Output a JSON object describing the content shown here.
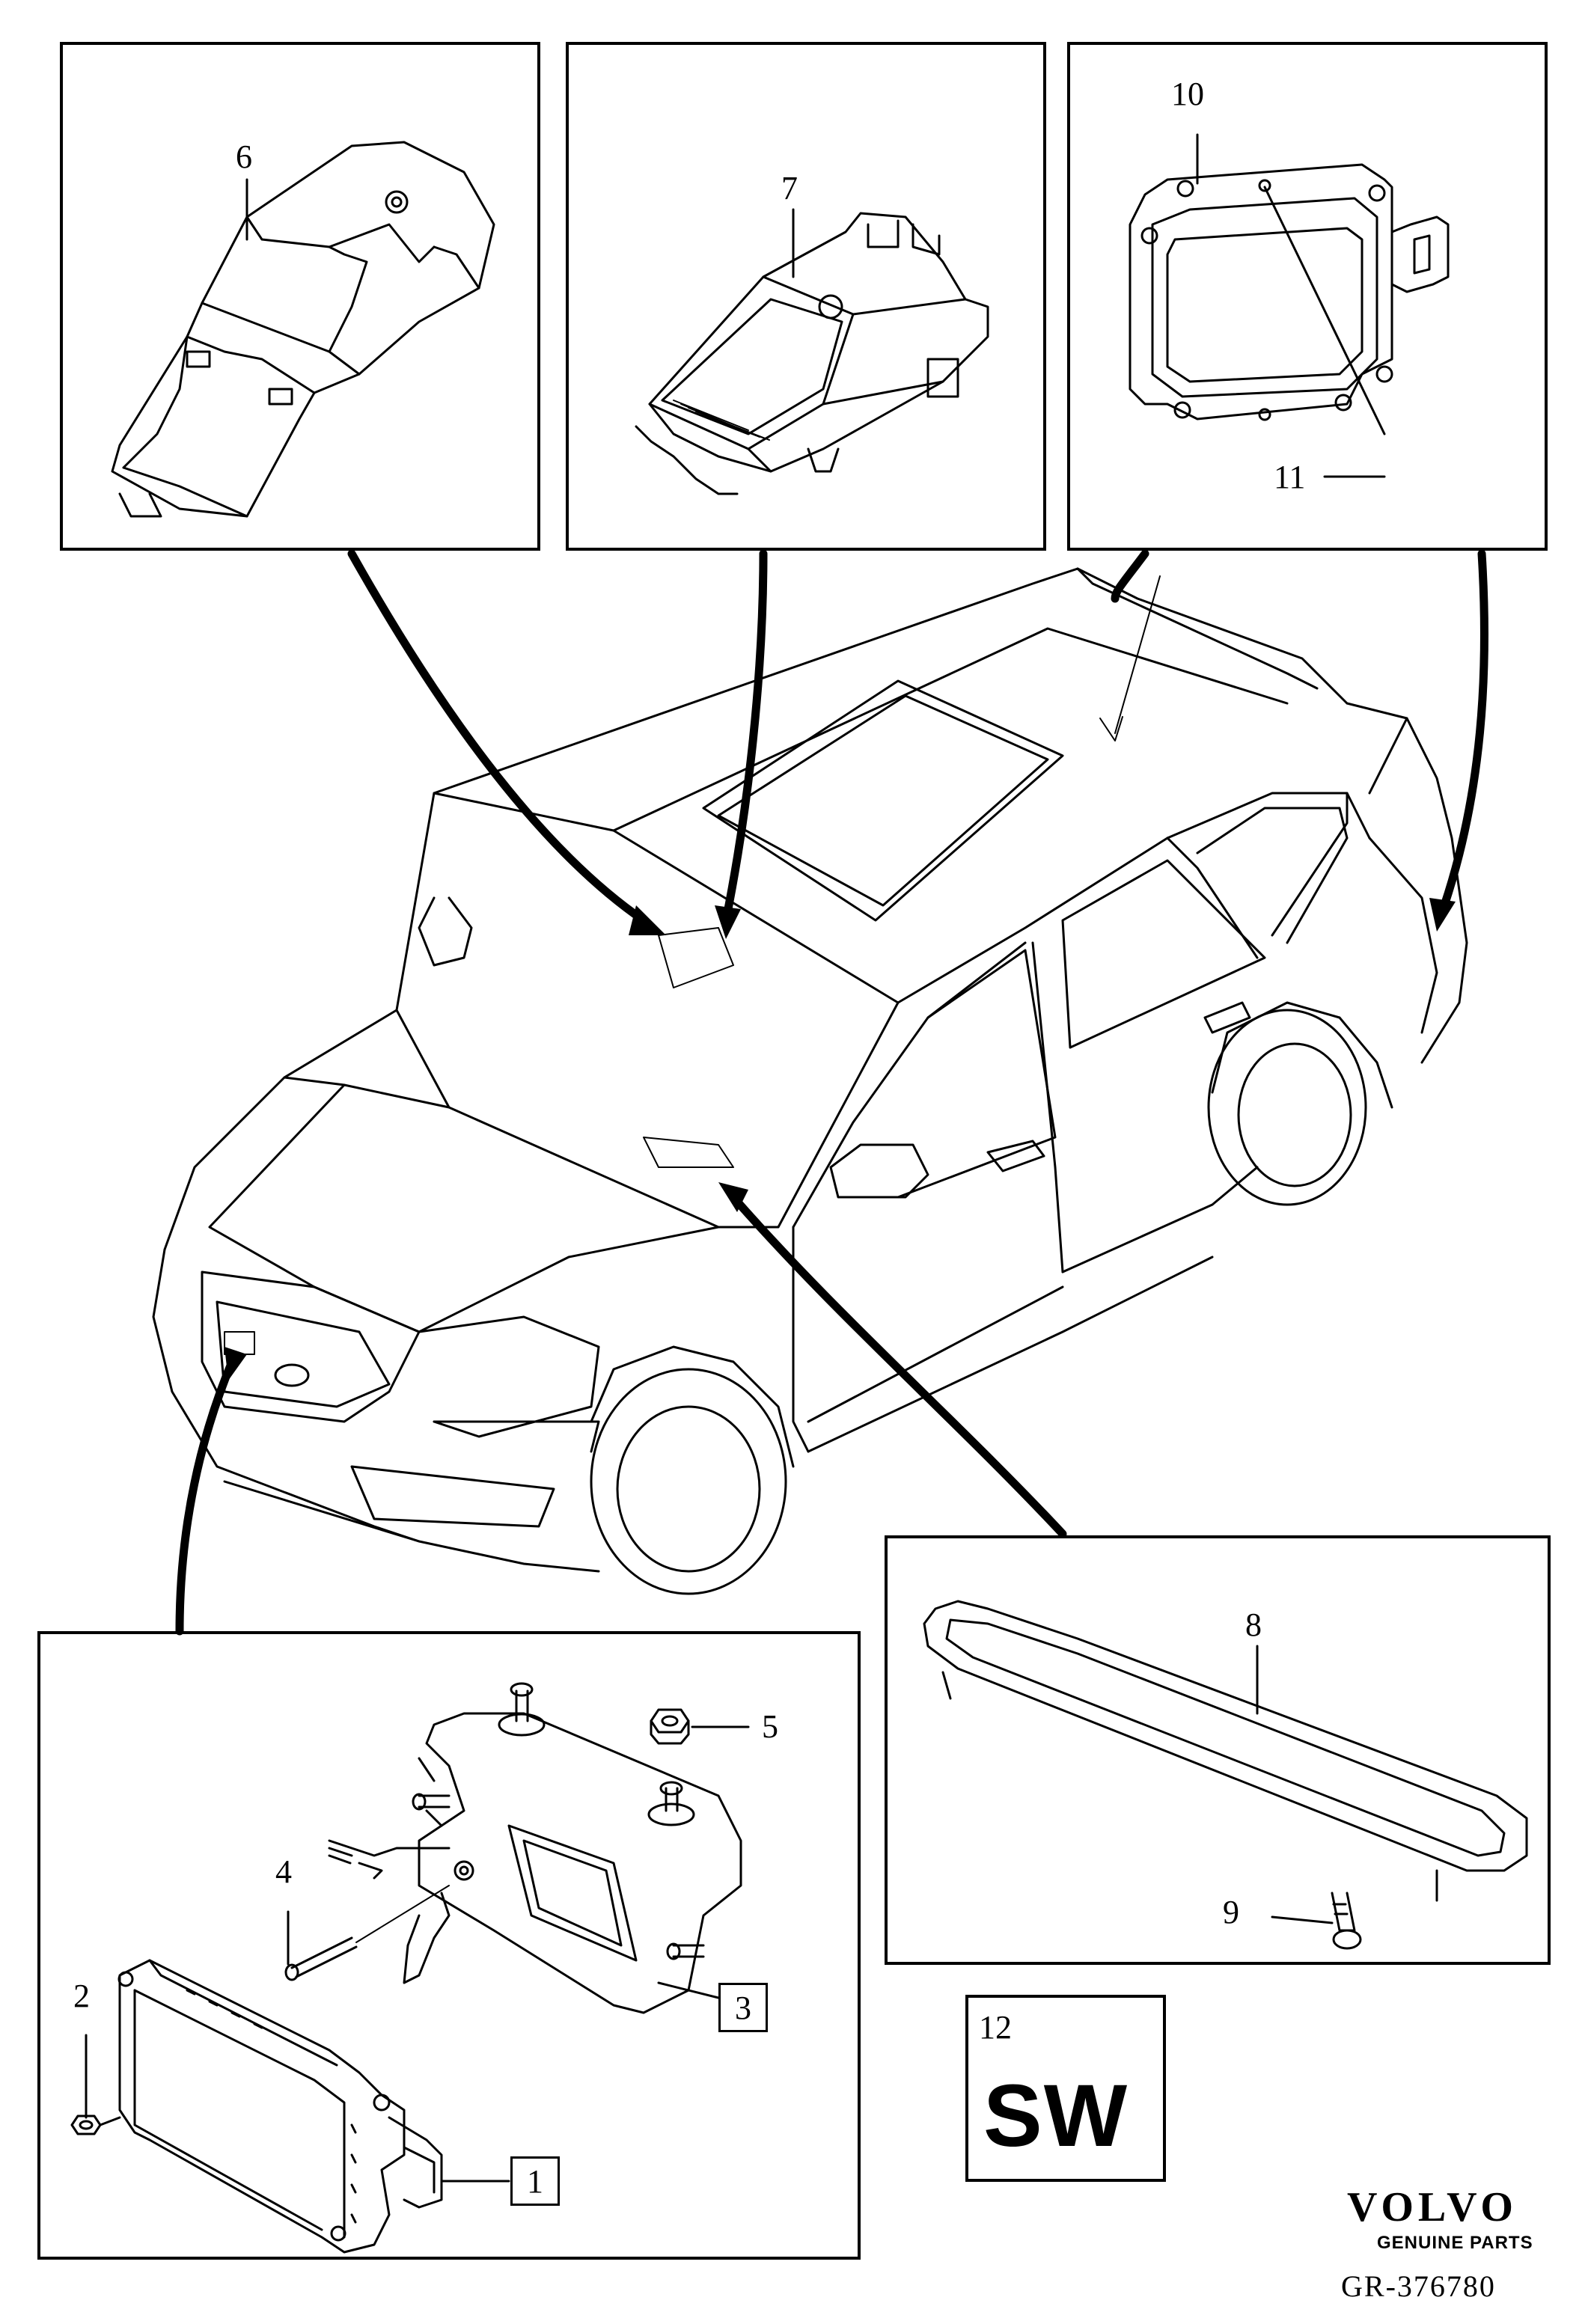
{
  "callouts": {
    "c1": "1",
    "c2": "2",
    "c3": "3",
    "c4": "4",
    "c5": "5",
    "c6": "6",
    "c7": "7",
    "c8": "8",
    "c9": "9",
    "c10": "10",
    "c11": "11",
    "c12": "12"
  },
  "software_badge": "SW",
  "brand": {
    "name": "VOLVO",
    "tagline": "GENUINE PARTS"
  },
  "diagram_ref": "GR-376780"
}
